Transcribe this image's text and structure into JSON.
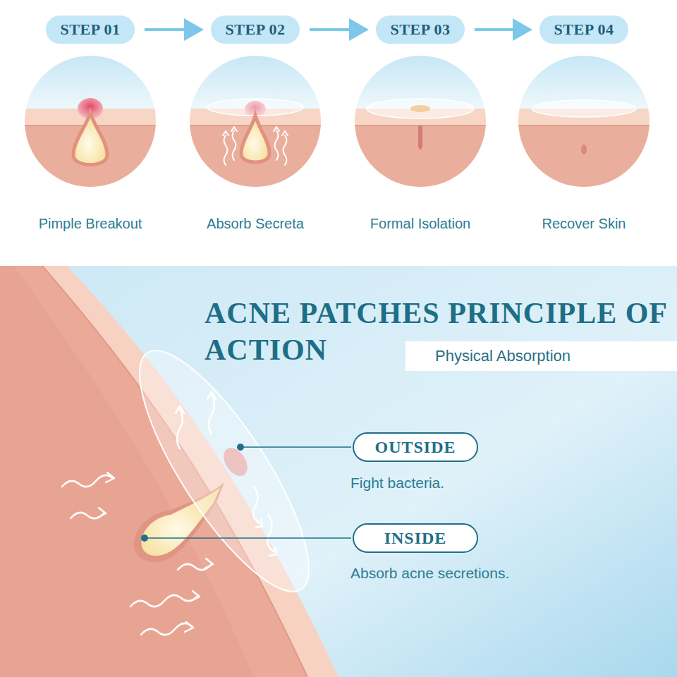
{
  "diagram": {
    "title": "ACNE PATCHES PRINCIPLE OF ACTION",
    "nodes": [
      {
        "text": [
          "STEP 01"
        ]
      },
      {
        "text": [
          "STEP 02"
        ]
      },
      {
        "text": [
          "STEP 03"
        ]
      },
      {
        "text": [
          "STEP 04"
        ]
      },
      {
        "text": [
          "Physical Absorption"
        ]
      },
      {
        "text": [
          "OUTSIDE"
        ]
      },
      {
        "text": [
          "INSIDE"
        ]
      }
    ],
    "edges": [
      {
        "from": 0,
        "to": 1,
        "arrow": "to"
      },
      {
        "from": 1,
        "to": 2,
        "arrow": "to"
      },
      {
        "from": 2,
        "to": 3,
        "arrow": "to"
      }
    ],
    "labels": [
      "Pimple Breakout",
      "Absorb Secreta",
      "Formal Isolation",
      "Recover Skin",
      "Fight bacteria.",
      "Absorb acne secretions."
    ]
  }
}
